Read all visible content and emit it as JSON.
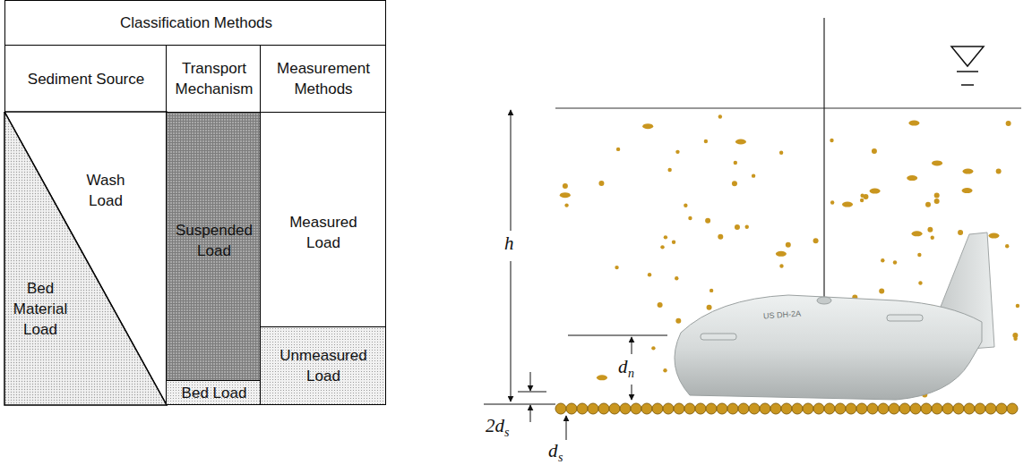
{
  "diagram": {
    "nodes": [
      {
        "text": [
          "Classification Methods"
        ]
      },
      {
        "text": [
          "Sediment Source"
        ]
      },
      {
        "text": [
          "Transport Mechanism"
        ]
      },
      {
        "text": [
          "Measurement Methods"
        ]
      },
      {
        "text": [
          "Wash Load"
        ]
      },
      {
        "text": [
          "Bed Material Load"
        ]
      },
      {
        "text": [
          "Suspended Load"
        ]
      },
      {
        "text": [
          "Bed Load"
        ]
      },
      {
        "text": [
          "Measured Load"
        ]
      },
      {
        "text": [
          "Unmeasured Load"
        ]
      }
    ],
    "labels": [
      "h",
      "d",
      "n",
      "2d",
      "s",
      "d",
      "s",
      "US DH-2A"
    ]
  }
}
